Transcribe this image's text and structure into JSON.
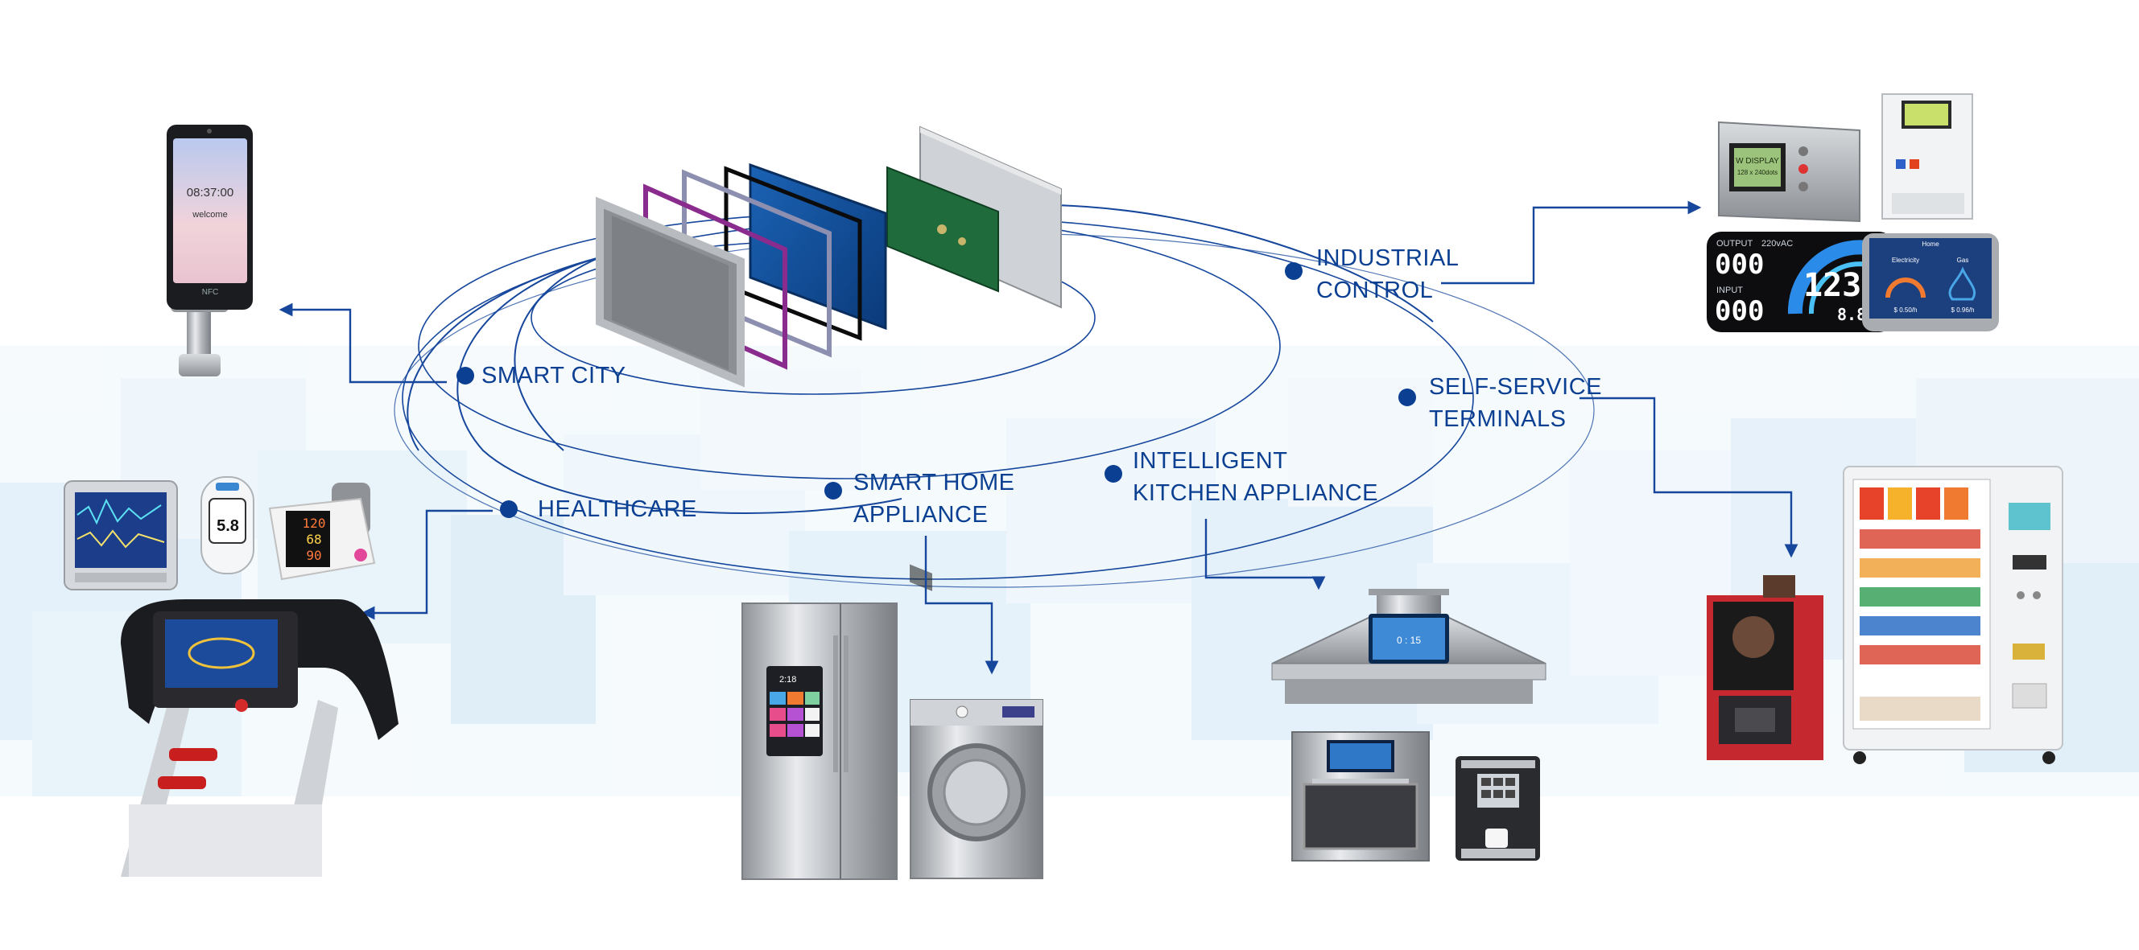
{
  "colors": {
    "accent": "#0b3f92",
    "line": "#16479c",
    "bg_tile": "#cfe6f6",
    "bg_tile_dark": "#b9d9f0"
  },
  "labels": {
    "smart_city": "SMART CITY",
    "industrial_control_1": "INDUSTRIAL",
    "industrial_control_2": "CONTROL",
    "self_service_1": "SELF-SERVICE",
    "self_service_2": "TERMINALS",
    "healthcare": "HEALTHCARE",
    "smart_home_1": "SMART HOME",
    "smart_home_2": "APPLIANCE",
    "kitchen_1": "INTELLIGENT",
    "kitchen_2": "KITCHEN APPLIANCE"
  },
  "devices": {
    "face_terminal_time": "08:37:00",
    "face_terminal_welcome": "welcome",
    "face_terminal_nfc": "NFC",
    "meter_display_text_1": "W DISPLAY",
    "meter_display_text_2": "128 x 240dots",
    "lcd_output": "OUTPUT",
    "lcd_voltage": "220vAC",
    "lcd_input": "INPUT",
    "lcd_digits_1": "000",
    "lcd_digits_2": "000",
    "lcd_big": "123",
    "lcd_small": "8.8",
    "energy_title": "Home",
    "energy_electricity": "Electricity",
    "energy_gas": "Gas",
    "energy_val_1": "$ 0.50/h",
    "energy_val_2": "$ 0.96/h",
    "glucose_value": "5.8",
    "bp_1": "120",
    "bp_2": "68",
    "bp_3": "90",
    "fridge_time": "2:18",
    "hood_display": "0 : 15"
  }
}
